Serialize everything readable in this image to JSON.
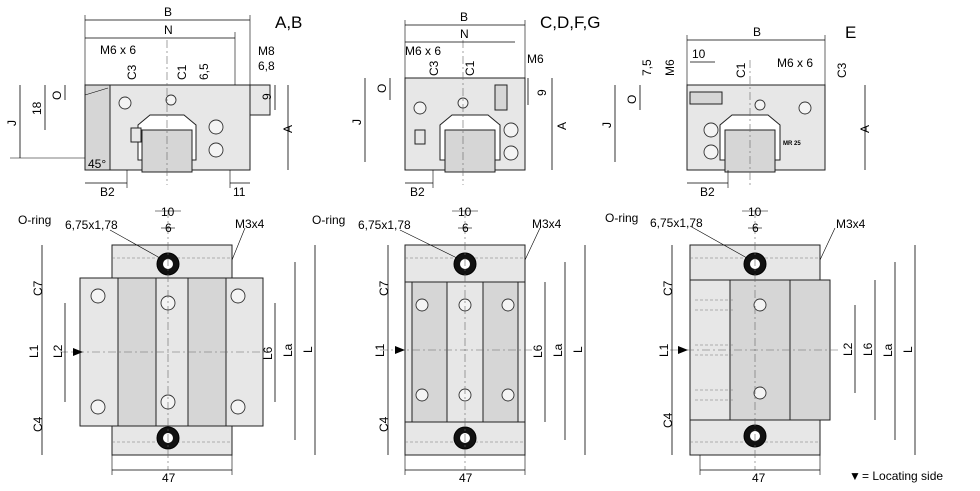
{
  "top_views": [
    {
      "title": "A,B",
      "labels": {
        "B": "B",
        "N": "N",
        "m6x6": "M6 x 6",
        "m8": "M8",
        "d68": "6,8",
        "c3": "C3",
        "c1": "C1",
        "d65": "6,5",
        "o": "O",
        "d18": "18",
        "j": "J",
        "d9": "9",
        "a": "A",
        "deg45": "45°",
        "b2": "B2",
        "d11": "11"
      }
    },
    {
      "title": "C,D,F,G",
      "labels": {
        "B": "B",
        "N": "N",
        "m6x6": "M6 x 6",
        "m6": "M6",
        "c3": "C3",
        "c1": "C1",
        "o": "O",
        "j": "J",
        "d9": "9",
        "a": "A",
        "b2": "B2"
      }
    },
    {
      "title": "E",
      "labels": {
        "B": "B",
        "d10": "10",
        "m6x6": "M6 x 6",
        "d75": "7,5",
        "m6": "M6",
        "o": "O",
        "c1": "C1",
        "c3": "C3",
        "j": "J",
        "a": "A",
        "b2": "B2",
        "mr25": "MR 25"
      }
    }
  ],
  "bottom_views": [
    {
      "labels": {
        "oring": "O-ring",
        "oring_size": "6,75x1,78",
        "d10": "10",
        "d6": "6",
        "m3x4": "M3x4",
        "c7": "C7",
        "l1": "L1",
        "l2": "L2",
        "c4": "C4",
        "l6": "L6",
        "la": "La",
        "l": "L",
        "w47": "47"
      }
    },
    {
      "labels": {
        "oring": "O-ring",
        "oring_size": "6,75x1,78",
        "d10": "10",
        "d6": "6",
        "m3x4": "M3x4",
        "c7": "C7",
        "l1": "L1",
        "c4": "C4",
        "l6": "L6",
        "la": "La",
        "l": "L",
        "w47": "47"
      }
    },
    {
      "labels": {
        "oring": "O-ring",
        "oring_size": "6,75x1,78",
        "d10": "10",
        "d6": "6",
        "m3x4": "M3x4",
        "c7": "C7",
        "l1": "L1",
        "l2": "L2",
        "c4": "C4",
        "l6": "L6",
        "la": "La",
        "l": "L",
        "w47": "47"
      }
    }
  ],
  "legend": {
    "symbol": "▼",
    "text": "= Locating side"
  }
}
